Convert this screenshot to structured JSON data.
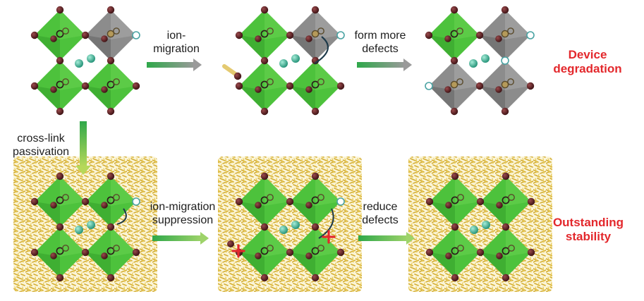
{
  "steps": {
    "step1": "ion-\nmigration",
    "step2": "form more\ndefects",
    "step3": "cross-link\npassivation",
    "step4": "ion-migration\nsuppression",
    "step5": "reduce\ndefects"
  },
  "results": {
    "top": "Device\ndegradation",
    "bottom": "Outstanding\nstability"
  },
  "colors": {
    "octahedron_green": "#4dc23c",
    "octahedron_gray": "#8c8c8c",
    "halide_dark": "#4a1a1c",
    "cation_teal": "#45b79a",
    "polymer_gold": "#d9b536",
    "vacancy_ring": "#4aa3a3",
    "defect_cross": "#e3282c",
    "arrow_start": "#2fa84a",
    "arrow_end": "#9a9a9a",
    "result_text": "#e3282c"
  },
  "icons": [
    "green-octahedron-icon",
    "gray-octahedron-icon",
    "halide-ion-icon",
    "cation-icon",
    "vacancy-icon",
    "defect-cross-icon",
    "polymer-network-icon"
  ]
}
